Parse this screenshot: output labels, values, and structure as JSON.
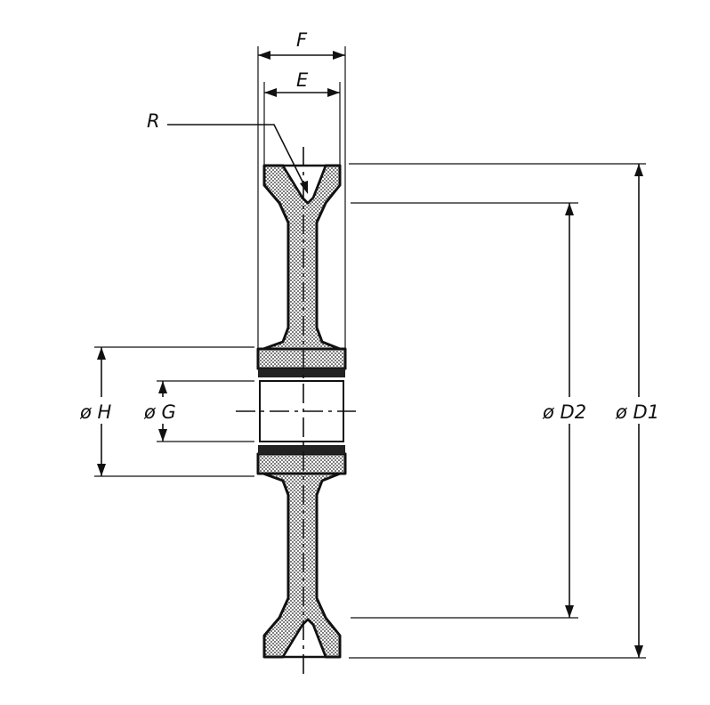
{
  "labels": {
    "F": "F",
    "E": "E",
    "R": "R",
    "H": "ø H",
    "G": "ø G",
    "D2": "ø D2",
    "D1": "ø D1"
  }
}
